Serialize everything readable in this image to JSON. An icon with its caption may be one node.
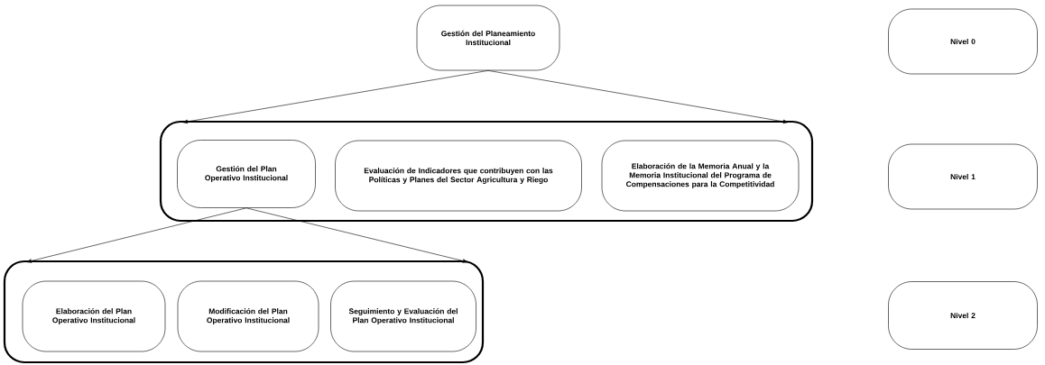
{
  "diagram": {
    "nodes": [
      {
        "text": [
          "Gestión del Planeamiento Institucional"
        ]
      },
      {
        "text": [],
        "shape": "box"
      },
      {
        "text": [
          "Gestión del Plan Operativo Institucional"
        ],
        "in": 1
      },
      {
        "text": [
          "Evaluación de Indicadores que contribuyen con las Políticas y Planes del Sector Agricultura y Riego"
        ],
        "in": 1
      },
      {
        "text": [
          "Elaboración de la Memoria Anual y la Memoria Institucional del Programa de Compensaciones para la Competitividad"
        ],
        "in": 1
      },
      {
        "text": [],
        "shape": "box"
      },
      {
        "text": [
          "Elaboración del Plan Operativo Institucional"
        ],
        "in": 5
      },
      {
        "text": [
          "Modificación del Plan Operativo Institucional"
        ],
        "in": 5
      },
      {
        "text": [
          "Seguimiento y Evaluación del Plan Operativo Institucional"
        ],
        "in": 5
      },
      {
        "text": [
          "Nivel 0"
        ]
      },
      {
        "text": [
          "Nivel 1"
        ]
      },
      {
        "text": [
          "Nivel 2"
        ]
      }
    ],
    "edges": [
      {
        "from": 0,
        "to": 1,
        "arrow": "to"
      },
      {
        "from": 0,
        "to": 1,
        "arrow": "to"
      },
      {
        "from": 2,
        "to": 5,
        "arrow": "to"
      },
      {
        "from": 2,
        "to": 5,
        "arrow": "to"
      }
    ]
  }
}
